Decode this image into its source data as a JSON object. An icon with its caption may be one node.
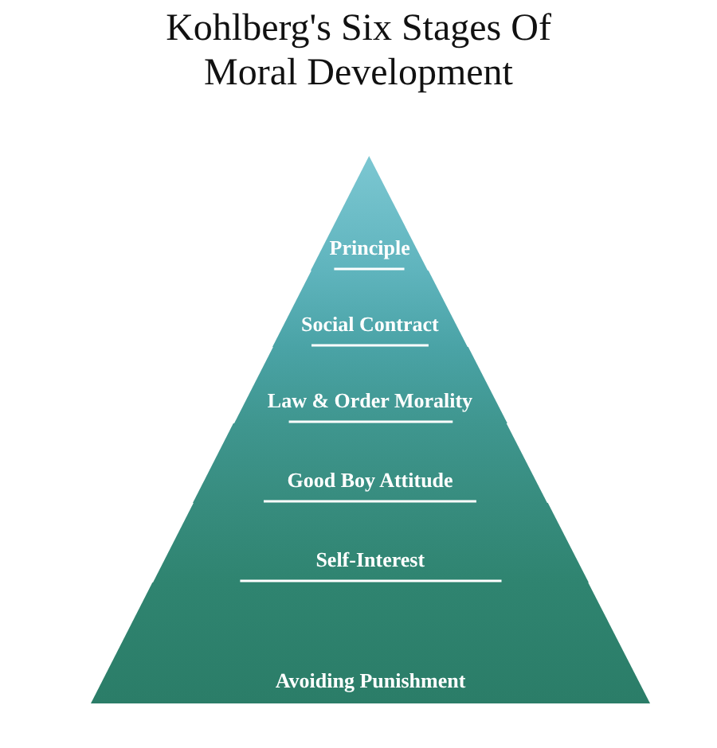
{
  "diagram": {
    "title": "Kohlberg's Six Stages Of Moral Development",
    "nodes": [
      {
        "text": [
          "Principle"
        ]
      },
      {
        "text": [
          "Social Contract"
        ]
      },
      {
        "text": [
          "Law & Order Morality"
        ]
      },
      {
        "text": [
          "Good Boy Attitude"
        ]
      },
      {
        "text": [
          "Self-Interest"
        ]
      },
      {
        "text": [
          "Avoiding Punishment"
        ]
      }
    ],
    "edges": []
  }
}
